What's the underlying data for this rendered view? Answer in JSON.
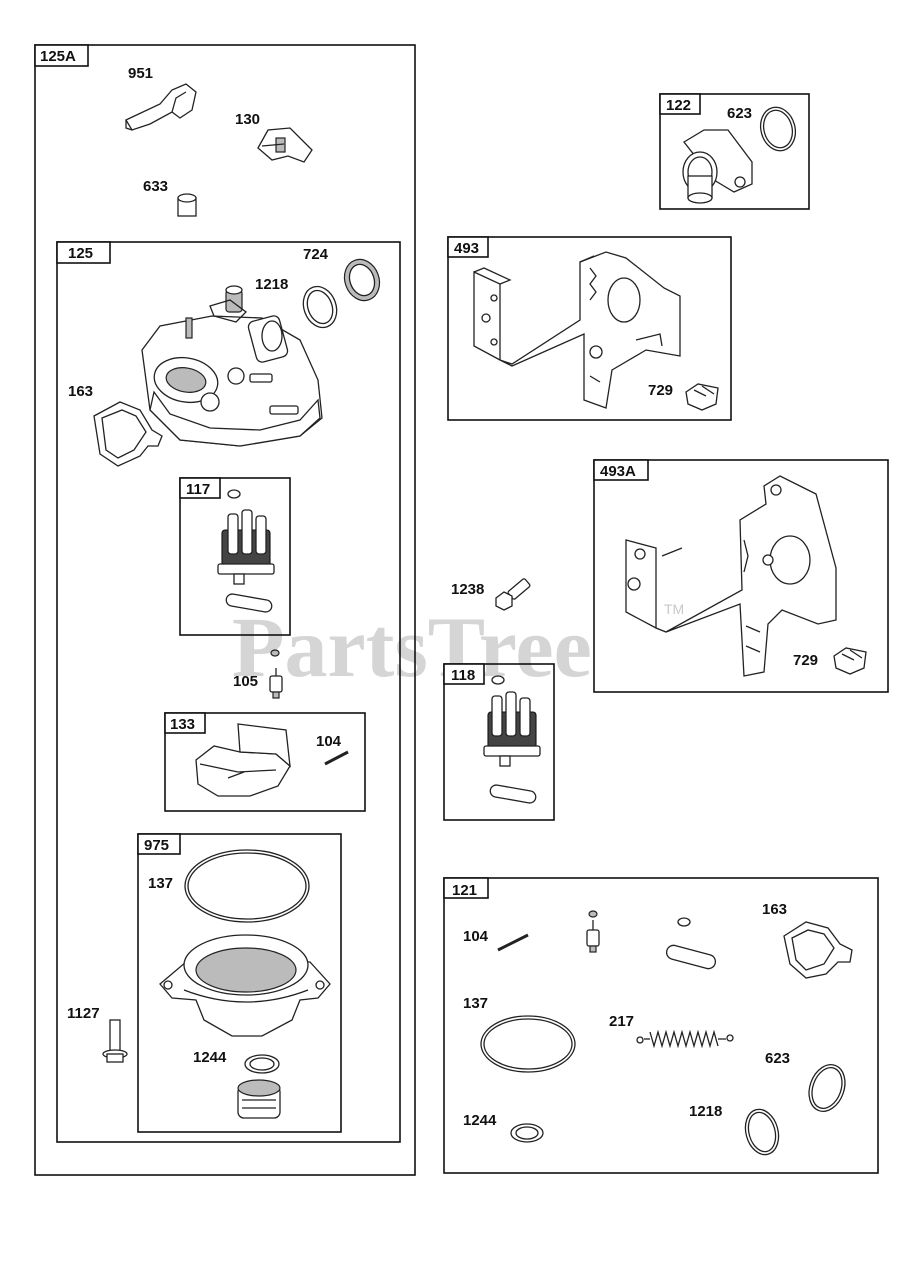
{
  "watermark": {
    "text": "PartsTree",
    "tm": "TM"
  },
  "assemblies": {
    "a125A": {
      "tag": "125A",
      "labels": {
        "p951": "951",
        "p130": "130",
        "p633": "633"
      }
    },
    "a125": {
      "tag": "125",
      "labels": {
        "p724": "724",
        "p1218": "1218",
        "p163": "163",
        "p105": "105",
        "p1127": "1127"
      }
    },
    "a117": {
      "tag": "117"
    },
    "a133": {
      "tag": "133",
      "labels": {
        "p104": "104"
      }
    },
    "a975": {
      "tag": "975",
      "labels": {
        "p137": "137",
        "p1244": "1244"
      }
    },
    "a122": {
      "tag": "122",
      "labels": {
        "p623": "623"
      }
    },
    "a493": {
      "tag": "493",
      "labels": {
        "p729": "729"
      }
    },
    "a493A": {
      "tag": "493A",
      "labels": {
        "p729": "729"
      }
    },
    "loose": {
      "labels": {
        "p1238": "1238"
      }
    },
    "a118": {
      "tag": "118"
    },
    "a121": {
      "tag": "121",
      "labels": {
        "p104": "104",
        "p163": "163",
        "p137": "137",
        "p217": "217",
        "p623": "623",
        "p1218": "1218",
        "p1244": "1244"
      }
    }
  }
}
